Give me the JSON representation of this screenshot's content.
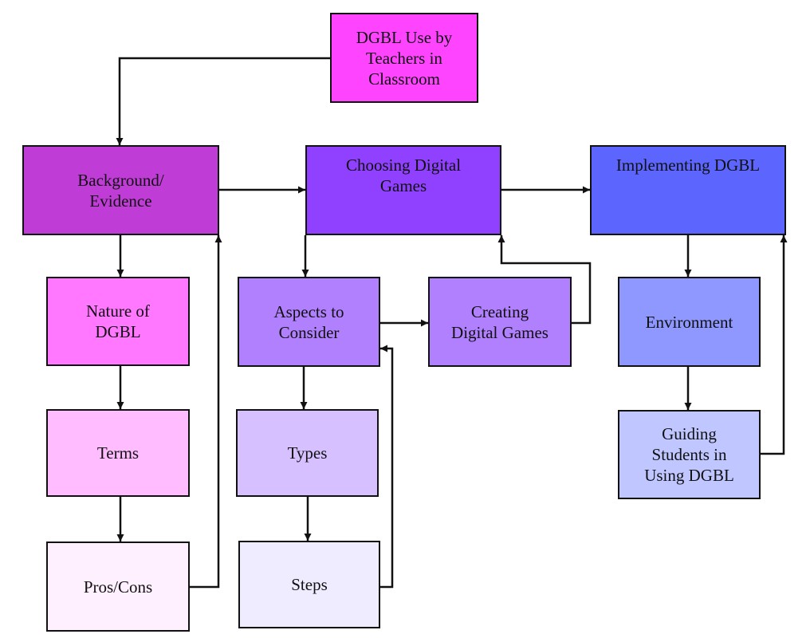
{
  "nodes": {
    "root": {
      "label": "DGBL Use by\nTeachers in\nClassroom",
      "color": "#ff44ff"
    },
    "background": {
      "label": "Background/\nEvidence",
      "color": "#c03cd6"
    },
    "choosing": {
      "label": "Choosing Digital\nGames",
      "color": "#9040ff"
    },
    "implementing": {
      "label": "Implementing DGBL",
      "color": "#5c66ff"
    },
    "nature": {
      "label": "Nature of\nDGBL",
      "color": "#ff78ff"
    },
    "terms": {
      "label": "Terms",
      "color": "#ffbcff"
    },
    "pros_cons": {
      "label": "Pros/Cons",
      "color": "#fff0ff"
    },
    "aspects": {
      "label": "Aspects to\nConsider",
      "color": "#b080ff"
    },
    "creating": {
      "label": "Creating\nDigital Games",
      "color": "#b080ff"
    },
    "types": {
      "label": "Types",
      "color": "#d6c0ff"
    },
    "steps": {
      "label": "Steps",
      "color": "#f0ecff"
    },
    "environment": {
      "label": "Environment",
      "color": "#8e98ff"
    },
    "guiding": {
      "label": "Guiding\nStudents in\nUsing DGBL",
      "color": "#c0c6ff"
    }
  },
  "edges": [
    {
      "from": "root",
      "to": "background"
    },
    {
      "from": "background",
      "to": "choosing"
    },
    {
      "from": "choosing",
      "to": "implementing"
    },
    {
      "from": "background",
      "to": "nature"
    },
    {
      "from": "nature",
      "to": "terms"
    },
    {
      "from": "terms",
      "to": "pros_cons"
    },
    {
      "from": "pros_cons",
      "to": "background"
    },
    {
      "from": "choosing",
      "to": "aspects"
    },
    {
      "from": "aspects",
      "to": "creating"
    },
    {
      "from": "creating",
      "to": "choosing"
    },
    {
      "from": "aspects",
      "to": "types"
    },
    {
      "from": "types",
      "to": "steps"
    },
    {
      "from": "steps",
      "to": "aspects"
    },
    {
      "from": "implementing",
      "to": "environment"
    },
    {
      "from": "environment",
      "to": "guiding"
    },
    {
      "from": "guiding",
      "to": "implementing"
    }
  ]
}
